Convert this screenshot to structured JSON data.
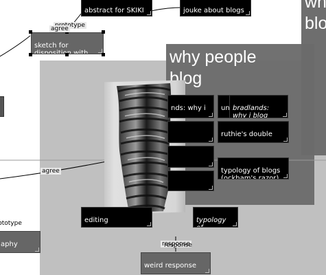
{
  "notes": {
    "abstract": "abstract for SKIKI",
    "joke": "jouke about blogs",
    "sketch": "sketch for\ndisposition with",
    "whyi": "nds: why i",
    "un": "un",
    "bradlands": "bradlands:\nwhy i blog",
    "ruthie": "ruthie's double",
    "typology_ockham": "typology of blogs\n(ockham's razor)",
    "editing": "editing",
    "typology": "typology of\nblogs",
    "weird": "weird response",
    "graphy": "aphy"
  },
  "panels": {
    "why_title": "why people\nblog",
    "corner_title": "wh\nblo"
  },
  "link_labels": {
    "prototype_top": "prototype",
    "agree_top": "agree",
    "agree_mid": "agree",
    "prototype_left": "prototype",
    "response_1": "response",
    "response_2": "response"
  },
  "colors": {
    "canvas": "#ffffff",
    "outer_panel": "#c0c0c0",
    "inner_panel": "#6b6b6b",
    "note_black": "#000000",
    "note_gray": "#666666"
  }
}
